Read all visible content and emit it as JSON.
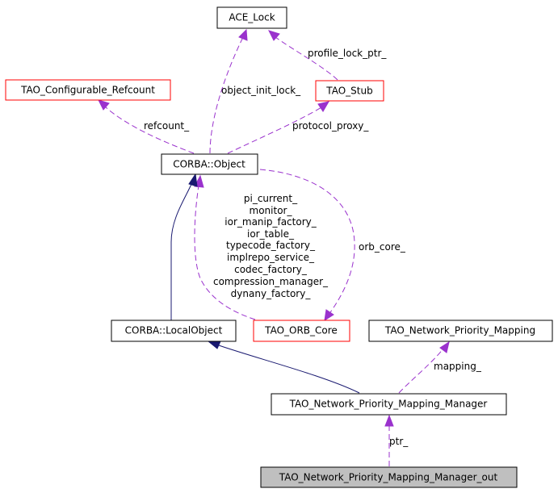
{
  "nodes": {
    "ace_lock": "ACE_Lock",
    "tao_stub": "TAO_Stub",
    "tao_configurable_refcount": "TAO_Configurable_Refcount",
    "corba_object": "CORBA::Object",
    "corba_localobject": "CORBA::LocalObject",
    "tao_orb_core": "TAO_ORB_Core",
    "tao_network_priority_mapping": "TAO_Network_Priority_Mapping",
    "tao_network_priority_mapping_manager": "TAO_Network_Priority_Mapping_Manager",
    "tao_network_priority_mapping_manager_out": "TAO_Network_Priority_Mapping_Manager_out"
  },
  "edges": {
    "profile_lock_ptr": "profile_lock_ptr_",
    "object_init_lock": "object_init_lock_",
    "refcount": "refcount_",
    "protocol_proxy": "protocol_proxy_",
    "orb_core": "orb_core_",
    "mapping": "mapping_",
    "ptr": "ptr_",
    "orb_core_members": [
      "pi_current_",
      "monitor_",
      "ior_manip_factory_",
      "ior_table_",
      "typecode_factory_",
      "implrepo_service_",
      "codec_factory_",
      "compression_manager_",
      "dynany_factory_"
    ]
  },
  "colors": {
    "usage_edge": "#9a32cd",
    "inheritance_edge": "#191970",
    "highlight_border": "#ff0000",
    "focus_fill": "#bfbfbf"
  }
}
